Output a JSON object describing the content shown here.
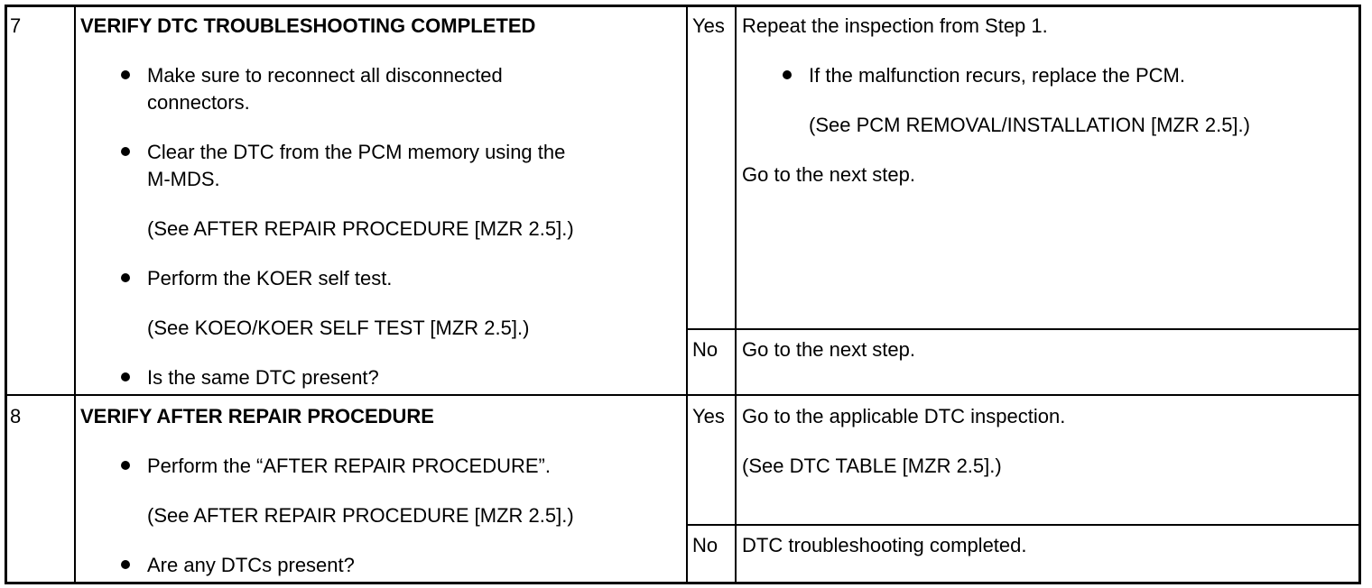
{
  "rows": [
    {
      "step": "7",
      "title": "VERIFY DTC TROUBLESHOOTING COMPLETED",
      "actions": {
        "a1_line1": "Make sure to reconnect all disconnected",
        "a1_line2": "connectors.",
        "a2_line1": "Clear the DTC from the PCM memory using the",
        "a2_line2": "M-MDS.",
        "a2_note": "(See AFTER REPAIR PROCEDURE [MZR 2.5].)",
        "a3": "Perform the KOER self test.",
        "a3_note": "(See KOEO/KOER SELF TEST [MZR 2.5].)",
        "a4": "Is the same DTC present?"
      },
      "yes": {
        "label": "Yes",
        "line1": "Repeat the inspection from Step 1.",
        "bullet": "If the malfunction recurs, replace the PCM.",
        "note": "(See PCM REMOVAL/INSTALLATION [MZR 2.5].)",
        "line2": "Go to the next step."
      },
      "no": {
        "label": "No",
        "line1": "Go to the next step."
      }
    },
    {
      "step": "8",
      "title": "VERIFY AFTER REPAIR PROCEDURE",
      "actions": {
        "a1": "Perform the “AFTER REPAIR PROCEDURE”.",
        "a1_note": "(See AFTER REPAIR PROCEDURE [MZR 2.5].)",
        "a2": "Are any DTCs present?"
      },
      "yes": {
        "label": "Yes",
        "line1": "Go to the applicable DTC inspection.",
        "note": "(See DTC TABLE [MZR 2.5].)"
      },
      "no": {
        "label": "No",
        "line1": "DTC troubleshooting completed."
      }
    }
  ]
}
